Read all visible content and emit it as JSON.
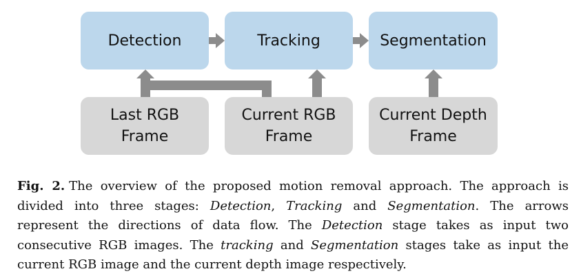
{
  "diagram": {
    "stages": {
      "detection": "Detection",
      "tracking": "Tracking",
      "segmentation": "Segmentation"
    },
    "inputs": {
      "last_rgb": "Last RGB\nFrame",
      "current_rgb": "Current RGB\nFrame",
      "current_depth": "Current Depth\nFrame"
    },
    "colors": {
      "stage_fill": "#bcd7ec",
      "input_fill": "#d7d7d7",
      "arrow": "#8c8c8c"
    }
  },
  "caption": {
    "label": "Fig. 2.",
    "t1": "The overview of the proposed motion removal approach. The approach is divided into three stages: ",
    "e1": "Detection",
    "t2": ", ",
    "e2": "Tracking",
    "t3": " and ",
    "e3": "Segmentation",
    "t4": ". The arrows represent the directions of data flow. The ",
    "e4": "Detection",
    "t5": " stage takes as input two consecutive RGB images. The ",
    "e5": "tracking",
    "t6": " and ",
    "e6": "Segmentation",
    "t7": " stages take as input the current RGB image and the current depth image respectively."
  }
}
